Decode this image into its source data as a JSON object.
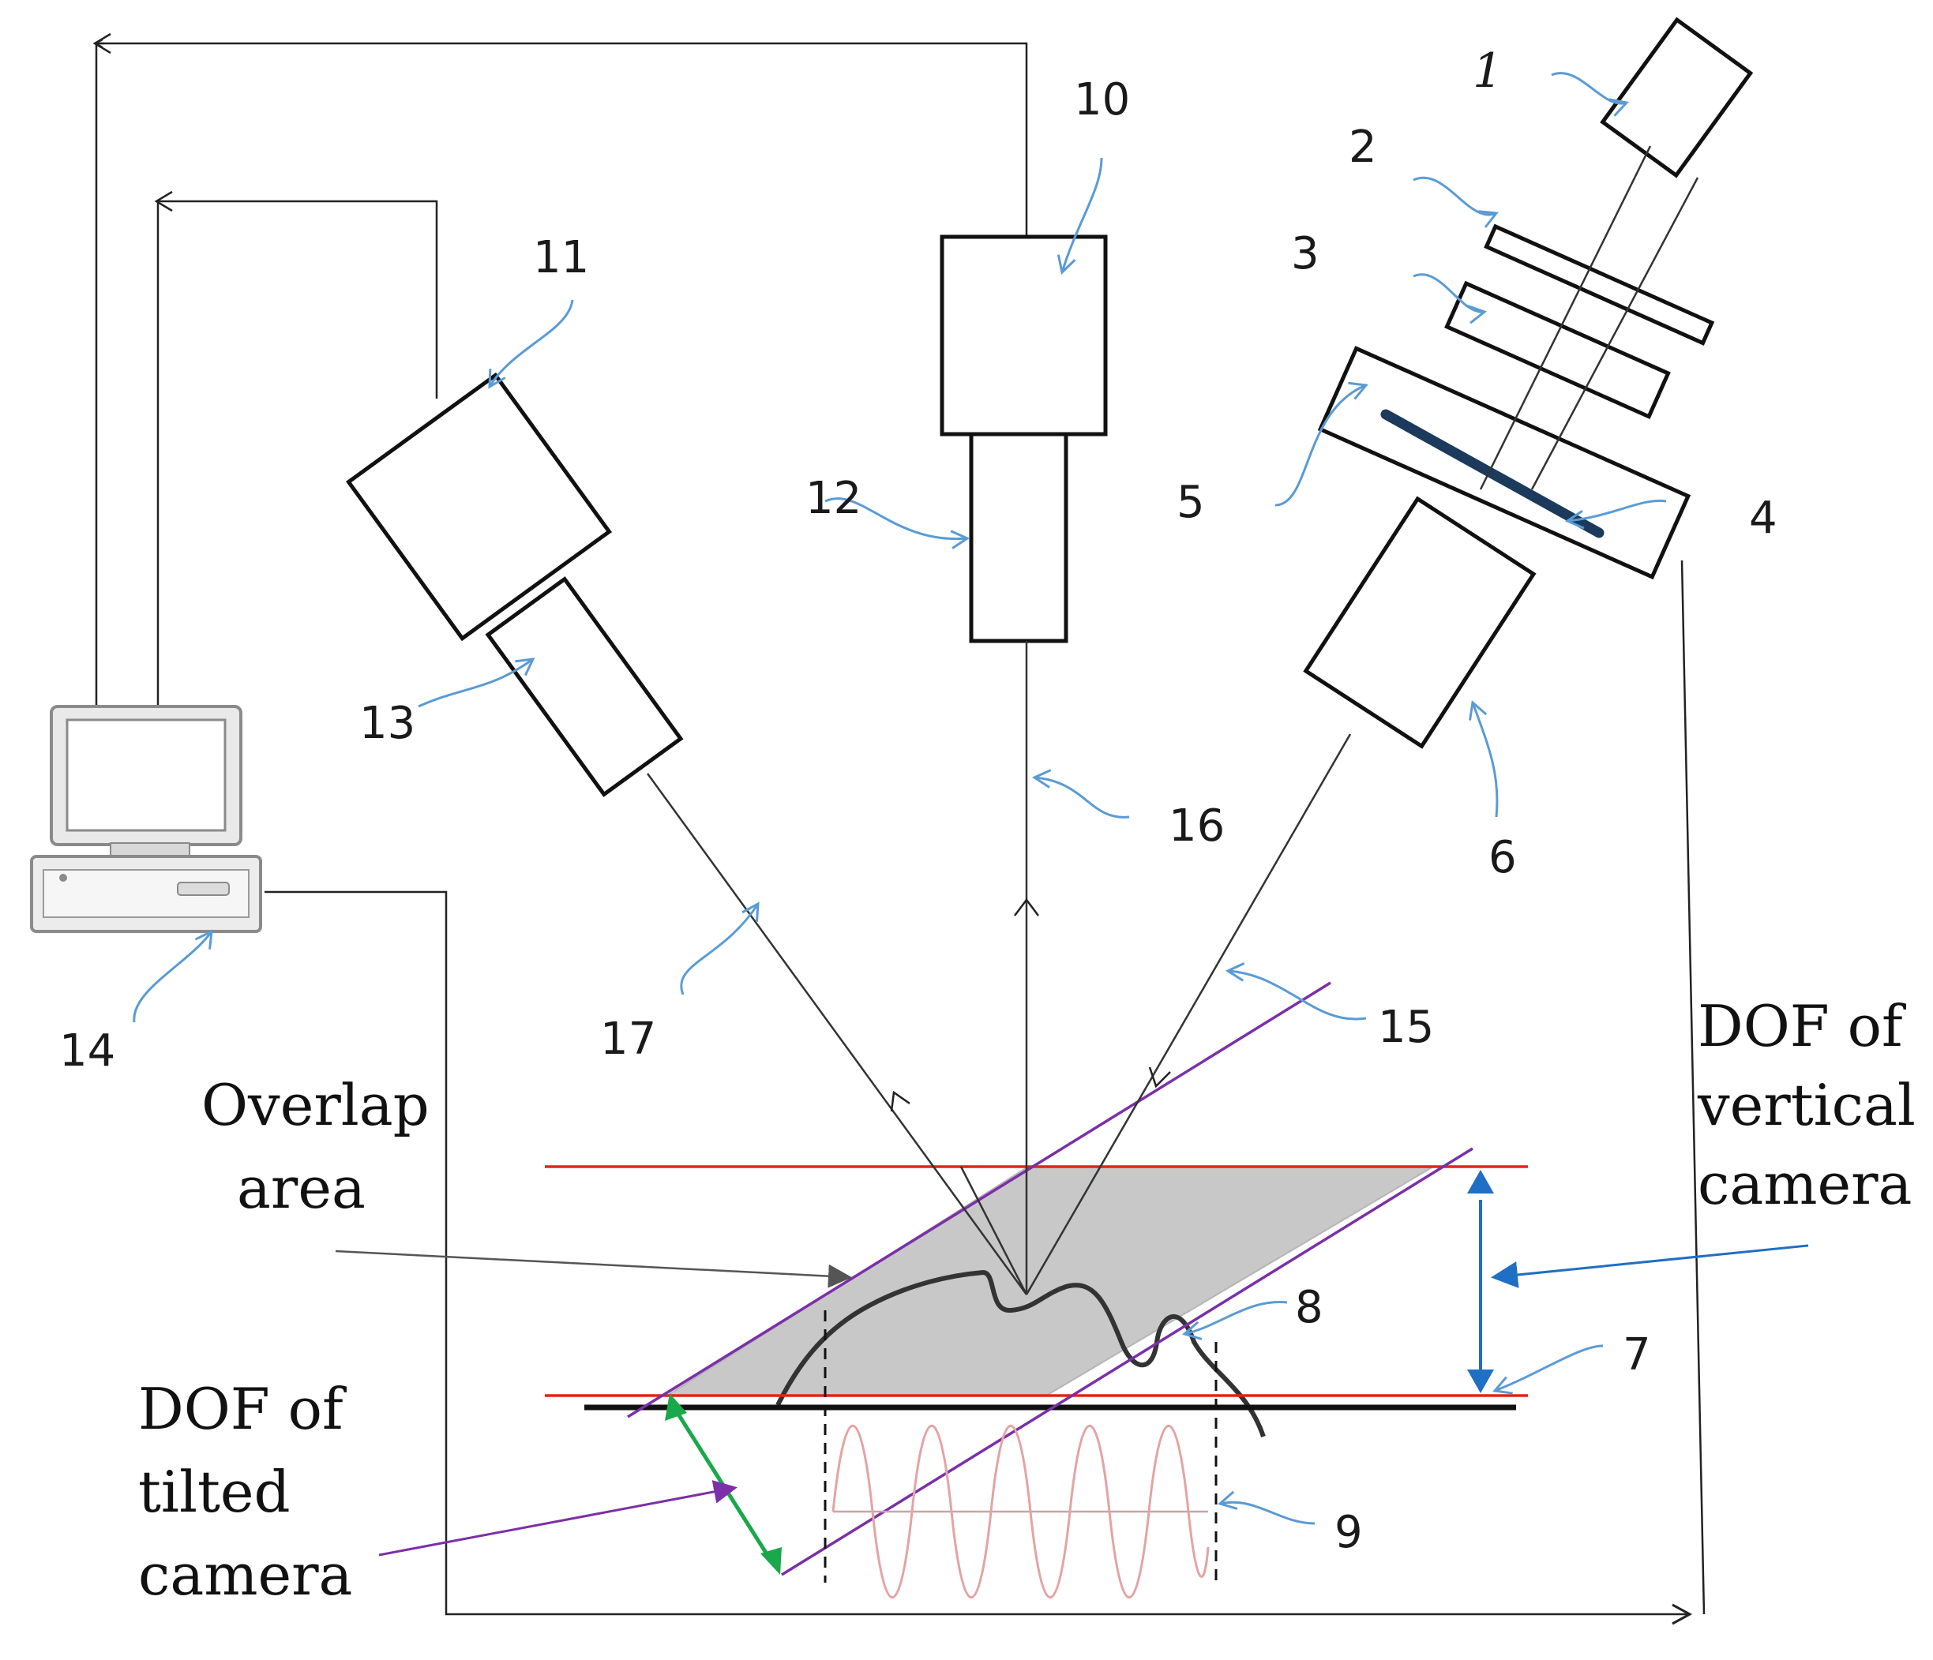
{
  "labels": {
    "n1": "1",
    "n2": "2",
    "n3": "3",
    "n4": "4",
    "n5": "5",
    "n6": "6",
    "n7": "7",
    "n8": "8",
    "n9": "9",
    "n10": "10",
    "n11": "11",
    "n12": "12",
    "n13": "13",
    "n14": "14",
    "n15": "15",
    "n16": "16",
    "n17": "17"
  },
  "annotations": {
    "overlap_line1": "Overlap",
    "overlap_line2": "area",
    "dof_vertical_line1": "DOF of",
    "dof_vertical_line2": "vertical",
    "dof_vertical_line3": "camera",
    "dof_tilted_line1": "DOF of",
    "dof_tilted_line2": "tilted",
    "dof_tilted_line3": "camera"
  },
  "colors": {
    "focus_limit_red": "#e2231a",
    "tilted_dof_purple": "#7b2fa8",
    "vertical_dof_blue": "#1f6fc4",
    "tilted_dof_green": "#19a84a",
    "leader_blue": "#5a9bd5",
    "overlap_fill": "#c8c8c8",
    "fringe_pink": "#e4a3a3"
  }
}
